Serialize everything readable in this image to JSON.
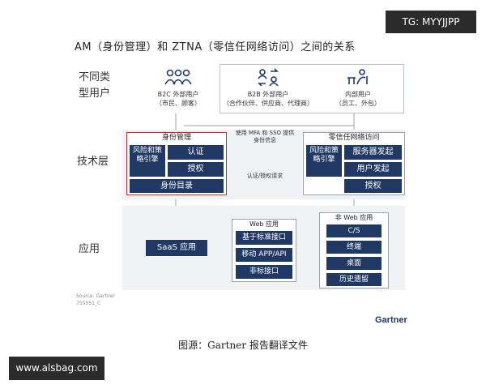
{
  "watermark_top": "TG: MYYJJPP",
  "watermark_bottom": "www.alsbag.com",
  "diagram": {
    "title": "AM（身份管理）和 ZTNA（零信任网络访问）之间的关系",
    "rows": {
      "users": "不同类型用户",
      "tech": "技术层",
      "apps": "应用"
    },
    "users": {
      "b2c_title": "B2C 外部用户",
      "b2c_sub": "（市民、顾客）",
      "b2b_title": "B2B 外部用户",
      "b2b_sub": "（合作伙伴、供应商、代理商）",
      "internal_title": "内部用户",
      "internal_sub": "（员工、外包）"
    },
    "iam": {
      "title": "身份管理",
      "risk": "风险和策略引擎",
      "authn": "认证",
      "authz": "授权",
      "directory": "身份目录"
    },
    "ztna": {
      "title": "零信任网络访问",
      "risk": "风险和策略引擎",
      "server_init": "服务器发起",
      "user_init": "用户发起",
      "authz": "授权"
    },
    "arrows": {
      "top": "使用 MFA 和 SSO 提供身份信息",
      "bottom": "认证/授权请求"
    },
    "apps": {
      "saas": "SaaS 应用",
      "web_title": "Web 应用",
      "web_items": [
        "基于标准接口",
        "移动 APP/API",
        "非标接口"
      ],
      "nonweb_title": "非 Web 应用",
      "nonweb_items": [
        "C/S",
        "终端",
        "桌面",
        "历史遗留"
      ]
    },
    "source": "Source: Gartner",
    "source_id": "755551_C",
    "brand": "Gartner",
    "caption": "图源：Gartner 报告翻译文件"
  }
}
